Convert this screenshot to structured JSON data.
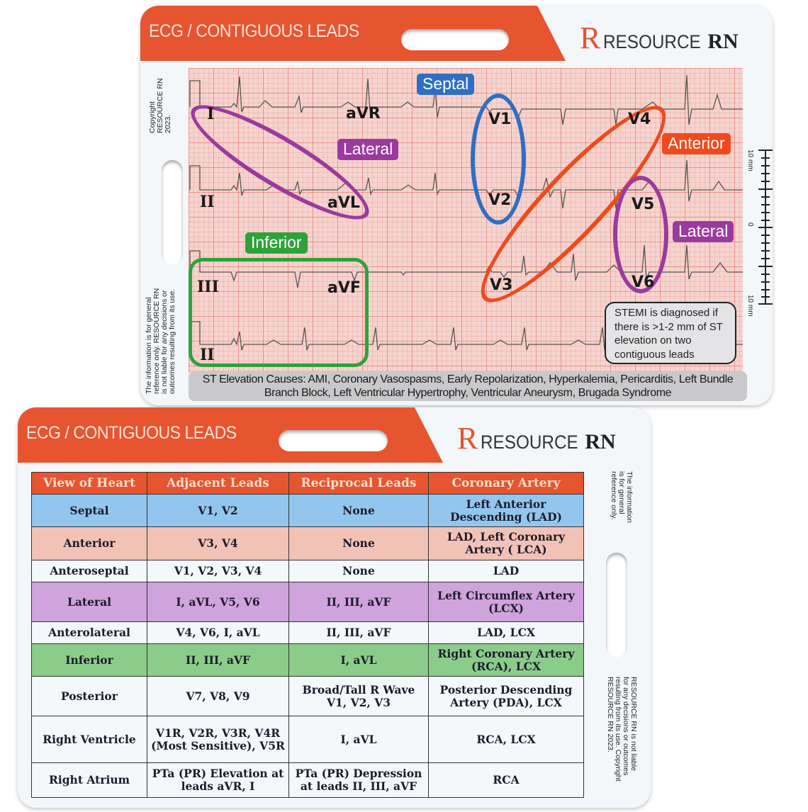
{
  "card_front": {
    "header_title": "ECG / CONTIGUOUS LEADS",
    "logo": {
      "mark": "R",
      "word": "RESOURCE",
      "suffix": "RN"
    },
    "copyright_side": "Copyright\nRESOURCE RN\n2023.",
    "disclaimer_side": "The information is for general\nreference only. RESOURCE RN\nis not liable for any decisions or\noutcomes resulting from its use.",
    "leads": {
      "I": "I",
      "aVR": "aVR",
      "II_top": "II",
      "aVL": "aVL",
      "III": "III",
      "aVF": "aVF",
      "II_rhythm": "II",
      "V1": "V1",
      "V2": "V2",
      "V3": "V3",
      "V4": "V4",
      "V5": "V5",
      "V6": "V6"
    },
    "region_tags": {
      "septal": "Septal",
      "lateral_limb": "Lateral",
      "inferior": "Inferior",
      "anterior": "Anterior",
      "lateral_precordial": "Lateral"
    },
    "region_colors": {
      "septal": "#2e6fc4",
      "lateral": "#9b3a9e",
      "inferior": "#2ea23a",
      "anterior": "#f04a1c"
    },
    "stemi_note": "STEMI is diagnosed if there is >1-2 mm of ST elevation on two contiguous leads",
    "st_elevation": {
      "label": "ST Elevation Causes:",
      "text": " AMI, Coronary Vasospasms, Early Repolarization, Hyperkalemia, Pericarditis, Left Bundle Branch Block, Left Ventricular Hypertrophy, Ventricular Aneurysm, Brugada Syndrome"
    },
    "ruler": {
      "top_label": "10 mm",
      "mid_label": "0",
      "bottom_label": "10 mm"
    }
  },
  "card_back": {
    "header_title": "ECG / CONTIGUOUS LEADS",
    "logo": {
      "mark": "R",
      "word": "RESOURCE",
      "suffix": "RN"
    },
    "side_note_top": "The information\nis for general\nreference only.",
    "side_note_bottom": "RESOURCE RN is not liable\nfor any decisions or outcomes\nresulting from its use. Copyright\nRESOURCE RN 2023.",
    "table": {
      "headers": [
        "View of Heart",
        "Adjacent Leads",
        "Reciprocal Leads",
        "Coronary Artery"
      ],
      "rows": [
        {
          "view": "Septal",
          "adjacent": "V1, V2",
          "reciprocal": "None",
          "artery": "Left Anterior Descending (LAD)",
          "color": "#93c6ee"
        },
        {
          "view": "Anterior",
          "adjacent": "V3, V4",
          "reciprocal": "None",
          "artery": "LAD, Left Coronary Artery ( LCA)",
          "color": "#f3c2b6"
        },
        {
          "view": "Anteroseptal",
          "adjacent": "V1, V2, V3, V4",
          "reciprocal": "None",
          "artery": "LAD",
          "color": "#f4f8fb"
        },
        {
          "view": "Lateral",
          "adjacent": "I, aVL, V5, V6",
          "reciprocal": "II, III, aVF",
          "artery": "Left Circumflex Artery (LCX)",
          "color": "#cfa3db"
        },
        {
          "view": "Anterolateral",
          "adjacent": "V4, V6, I, aVL",
          "reciprocal": "II, III, aVF",
          "artery": "LAD, LCX",
          "color": "#f4f8fb"
        },
        {
          "view": "Inferior",
          "adjacent": "II, III, aVF",
          "reciprocal": "I, aVL",
          "artery": "Right Coronary Artery (RCA), LCX",
          "color": "#8ccc8a"
        },
        {
          "view": "Posterior",
          "adjacent": "V7, V8, V9",
          "reciprocal": "Broad/Tall R Wave V1, V2, V3",
          "artery": "Posterior Descending Artery (PDA), LCX",
          "color": "#f4f8fb"
        },
        {
          "view": "Right Ventricle",
          "adjacent": "V1R, V2R, V3R, V4R (Most Sensitive), V5R",
          "reciprocal": "I, aVL",
          "artery": "RCA, LCX",
          "color": "#f4f8fb"
        },
        {
          "view": "Right Atrium",
          "adjacent": "PTa (PR) Elevation at leads aVR, I",
          "reciprocal": "PTa (PR) Depression at leads II, III, aVF",
          "artery": "RCA",
          "color": "#f4f8fb"
        }
      ]
    }
  }
}
